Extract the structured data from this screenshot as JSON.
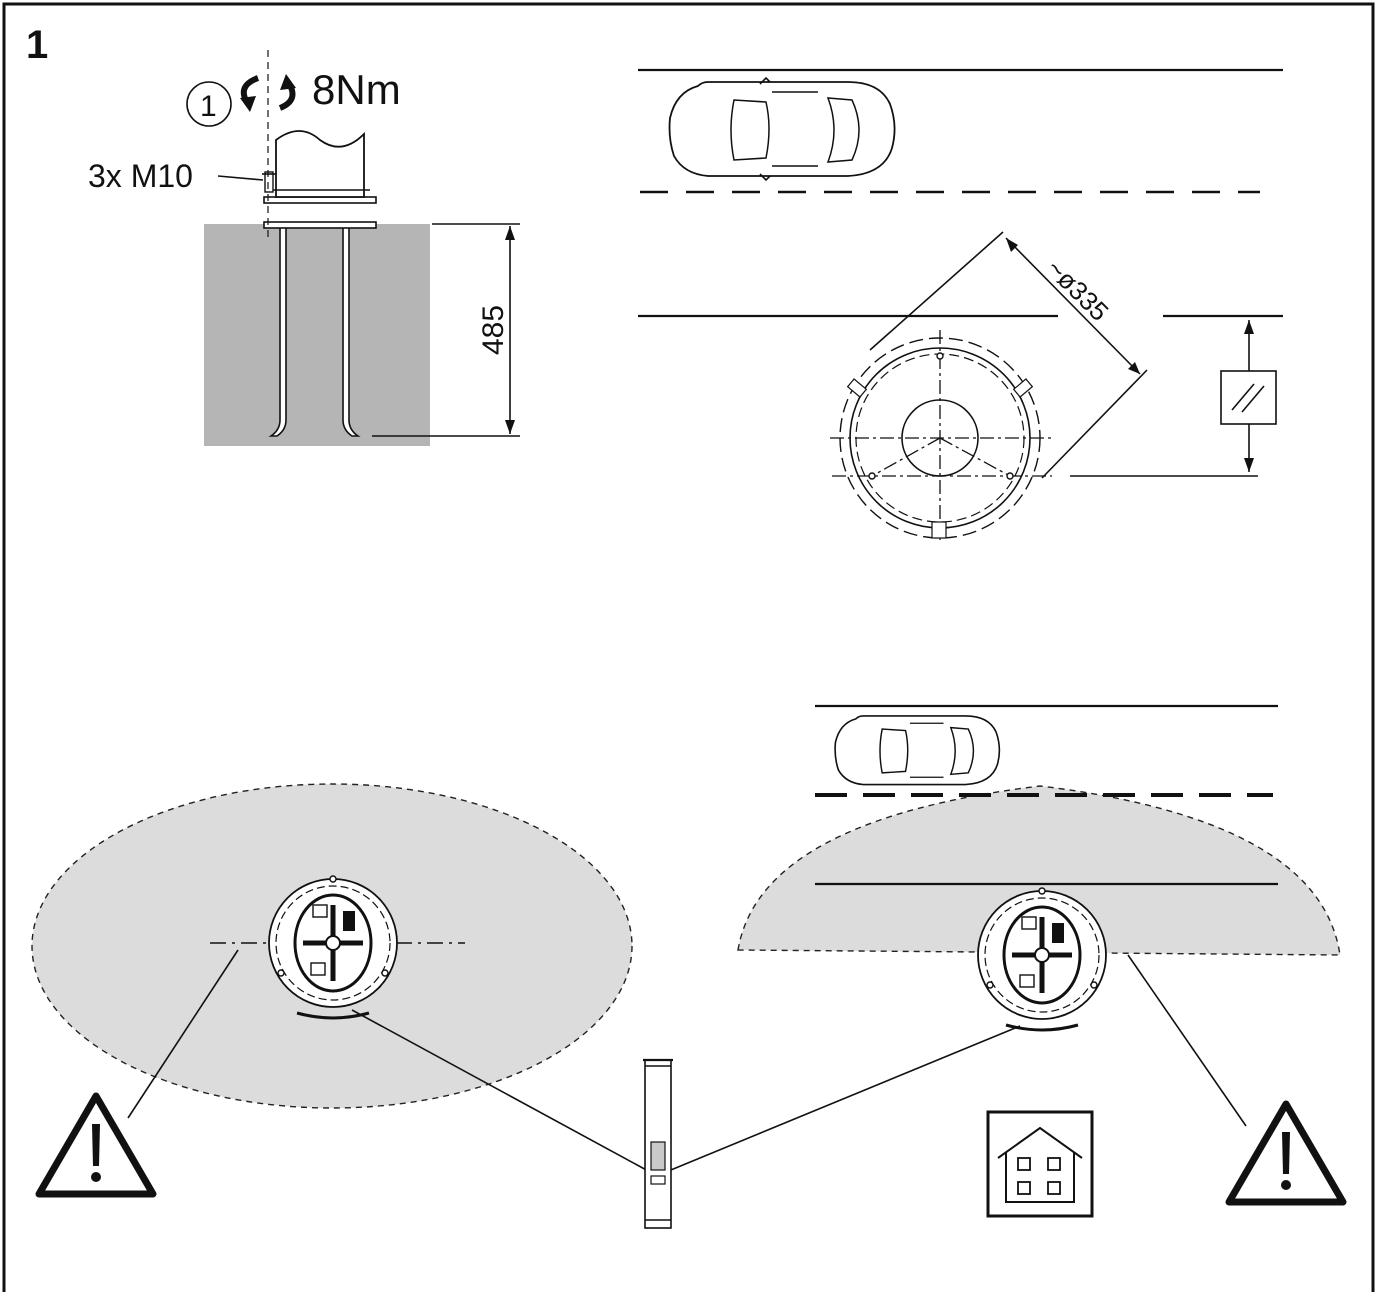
{
  "step_number": "1",
  "torque": {
    "circle_number": "1",
    "value": "8Nm"
  },
  "bolt_label": "3x M10",
  "depth_dimension": "485",
  "diameter_dimension": "~ø335",
  "colors": {
    "line": "#111111",
    "ground": "#b5b5b5",
    "detection_zone": "#dcdcdc",
    "frame": "#111111"
  },
  "icons": [
    "rotate-arrows-icon",
    "car-icon",
    "warning-triangle-icon",
    "house-icon",
    "bollard-icon",
    "sensor-unit-icon"
  ]
}
